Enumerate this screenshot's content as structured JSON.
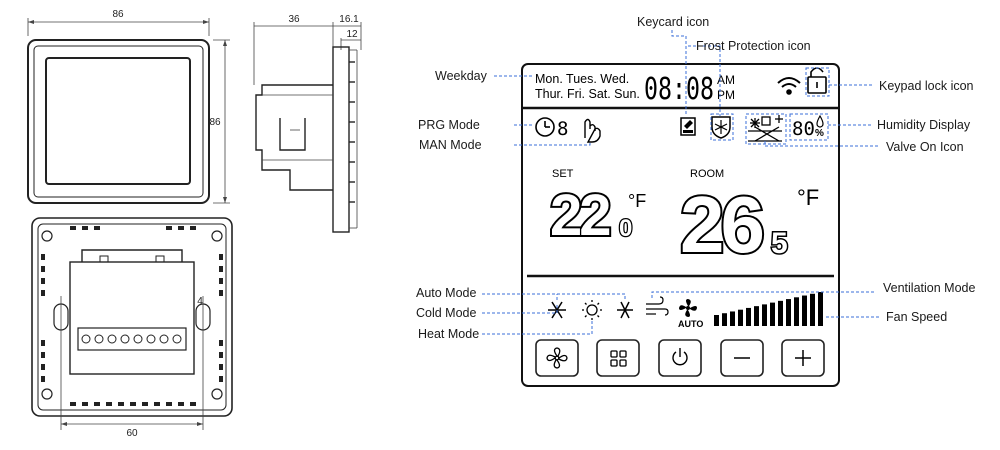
{
  "dimensions": {
    "front_width": "86",
    "front_height": "86",
    "side_depth": "36",
    "side_total": "16.1",
    "side_inner": "12",
    "back_hole_spacing": "60",
    "back_small": "4"
  },
  "lcd": {
    "weekday_line1": "Mon. Tues. Wed.",
    "weekday_line2": "Thur. Fri. Sat. Sun.",
    "clock": "08:08",
    "am": "AM",
    "pm": "PM",
    "program_number": "8",
    "humidity": "80",
    "humidity_unit": "%",
    "set_label": "SET",
    "set_temp_main": "22",
    "set_temp_decimal": "0",
    "set_unit": "°F",
    "room_label": "ROOM",
    "room_temp_main": "26",
    "room_temp_decimal": "5",
    "room_unit": "°F",
    "fan_auto": "AUTO",
    "fan_speed_level": 1.0
  },
  "callouts": {
    "keycard": "Keycard icon",
    "frost": "Frost Protection icon",
    "weekday": "Weekday",
    "keypad_lock": "Keypad lock icon",
    "prg_mode": "PRG Mode",
    "humidity_display": "Humidity Display",
    "man_mode": "MAN Mode",
    "valve_on": "Valve On Icon",
    "auto_mode": "Auto Mode",
    "ventilation_mode": "Ventilation Mode",
    "cold_mode": "Cold Mode",
    "fan_speed": "Fan Speed",
    "heat_mode": "Heat Mode"
  },
  "buttons": [
    {
      "icon": "fan-icon"
    },
    {
      "icon": "menu-grid-icon"
    },
    {
      "icon": "power-icon"
    },
    {
      "icon": "minus-icon"
    },
    {
      "icon": "plus-icon"
    }
  ]
}
